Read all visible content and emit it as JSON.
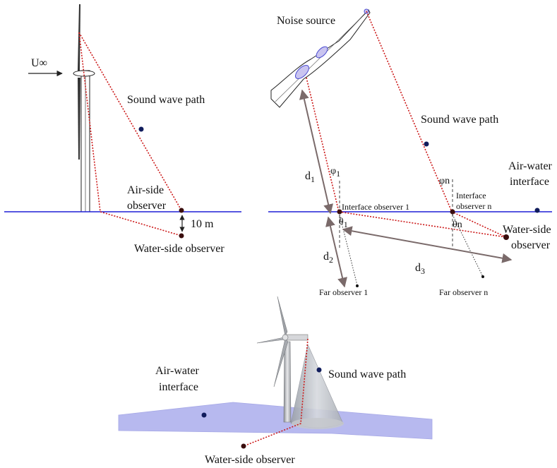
{
  "panel_a": {
    "u_inf": "U∞",
    "sound_wave_path": "Sound wave path",
    "air_side_line1": "Air-side",
    "air_side_line2": "observer",
    "distance": "10 m",
    "water_side_observer": "Water-side observer"
  },
  "panel_b": {
    "noise_source": "Noise source",
    "sound_wave_path": "Sound wave path",
    "air_water_line1": "Air-water",
    "air_water_line2": "interface",
    "d1": "d",
    "d1_sub": "1",
    "d2": "d",
    "d2_sub": "2",
    "d3": "d",
    "d3_sub": "3",
    "phi1": "φ",
    "phi1_sub": "1",
    "phin": "φn",
    "theta1": "θ",
    "theta1_sub": "1",
    "thetan": "θn",
    "interface_observer_1": "Interface observer 1",
    "interface_observer_n_line1": "Interface",
    "interface_observer_n_line2": "observer n",
    "water_side_line1": "Water-side",
    "water_side_line2": "observer",
    "far_observer_1": "Far observer 1",
    "far_observer_n": "Far observer n"
  },
  "panel_c": {
    "sound_wave_path": "Sound wave path",
    "air_water_line1": "Air-water",
    "air_water_line2": "interface",
    "water_side_observer": "Water-side observer"
  },
  "colors": {
    "interface_line": "#1f1fd6",
    "sound_path": "#cc1a1a",
    "marker": "#101c5c",
    "arrow": "#7a6a6a",
    "water_plane": "#b7b9ef",
    "cone": "#b5b8bd"
  }
}
